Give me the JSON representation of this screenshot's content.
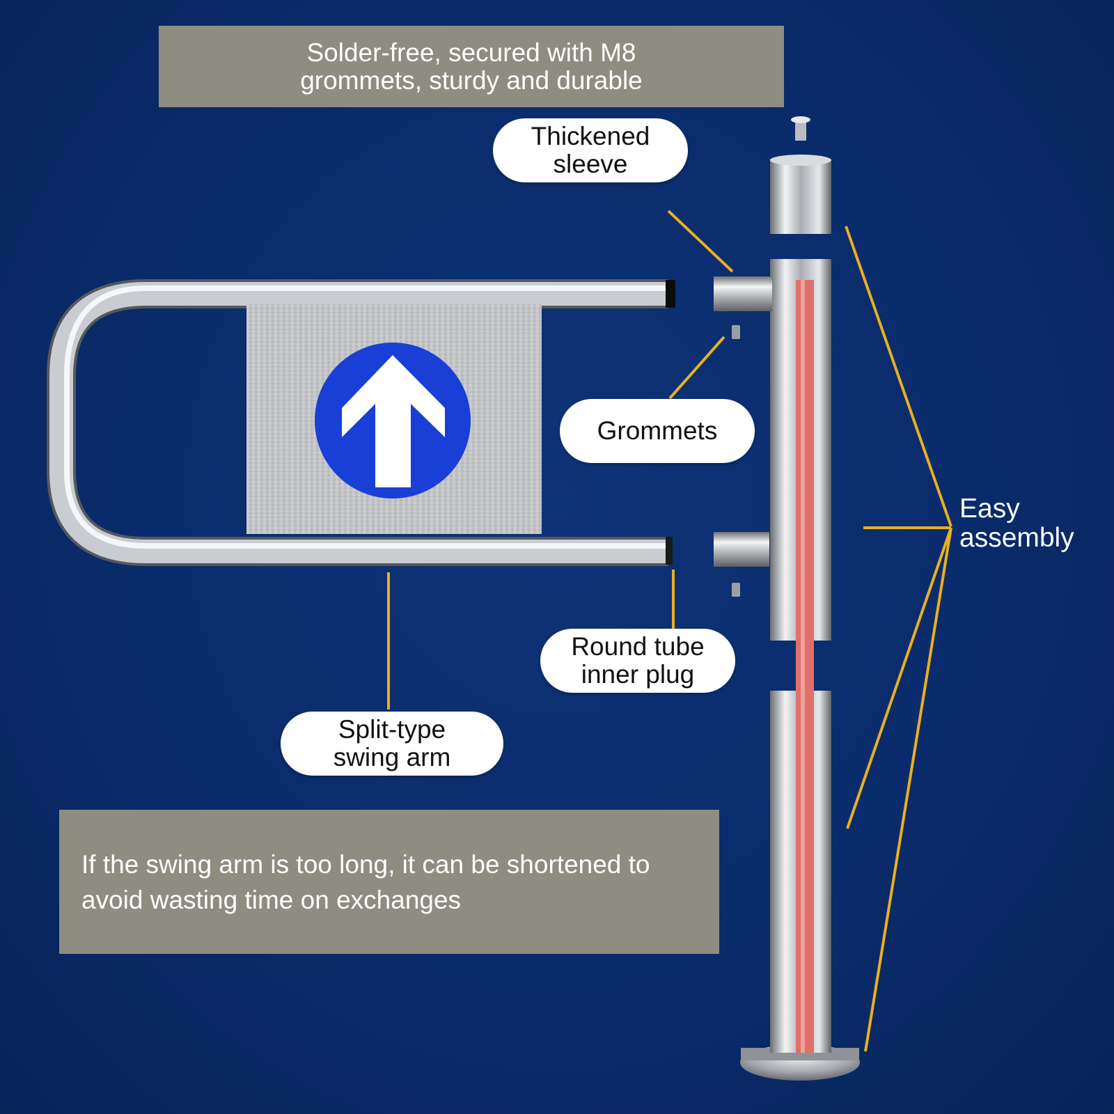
{
  "labels": {
    "top_banner": [
      "Solder-free, secured with M8",
      "grommets, sturdy and durable"
    ],
    "thickened_sleeve": [
      "Thickened",
      "sleeve"
    ],
    "grommets": [
      "Grommets"
    ],
    "round_tube_inner_plug": [
      "Round tube",
      "inner plug"
    ],
    "split_type_swing_arm": [
      "Split-type",
      "swing arm"
    ],
    "easy_assembly": [
      "Easy",
      "assembly"
    ],
    "bottom_banner": [
      "If the swing arm is too long, it can be shortened to",
      "avoid wasting time on exchanges"
    ]
  },
  "colors": {
    "background": "#0a2b6b",
    "banner": "#8f8c82",
    "leader_line": "#e8b020",
    "sign_circle": "#1a3fd6",
    "red_rod": "#e0706b"
  },
  "icons": {
    "sign": "up-arrow-icon"
  }
}
